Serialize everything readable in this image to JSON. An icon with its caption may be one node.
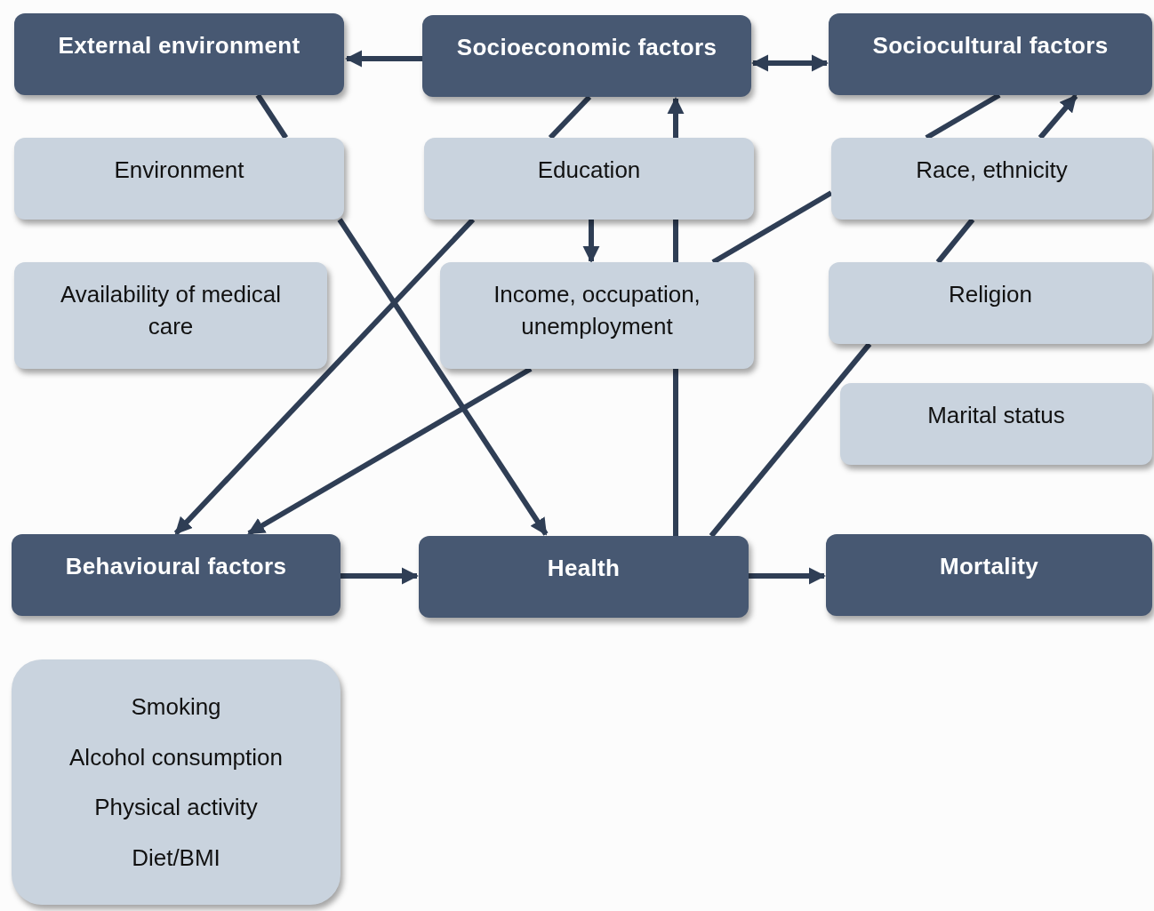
{
  "diagram": {
    "nodes": [
      {
        "text": [
          "External environment"
        ]
      },
      {
        "text": [
          "Socioeconomic factors"
        ]
      },
      {
        "text": [
          "Sociocultural factors"
        ]
      },
      {
        "text": [
          "Environment"
        ]
      },
      {
        "text": [
          "Education"
        ]
      },
      {
        "text": [
          "Race, ethnicity"
        ]
      },
      {
        "text": [
          "Availability of medical care"
        ]
      },
      {
        "text": [
          "Income, occupation, unemployment"
        ]
      },
      {
        "text": [
          "Religion"
        ]
      },
      {
        "text": [
          "Marital status"
        ]
      },
      {
        "text": [
          "Behavioural factors"
        ]
      },
      {
        "text": [
          "Health"
        ]
      },
      {
        "text": [
          "Mortality"
        ]
      },
      {
        "text": [
          "Smoking",
          "Alcohol consumption",
          "Physical activity",
          "Diet/BMI"
        ]
      }
    ],
    "edges": [
      {
        "from": 1,
        "to": 0,
        "arrow": "to"
      },
      {
        "from": 1,
        "to": 2,
        "arrow": "both"
      },
      {
        "from": 0,
        "to": 3,
        "arrow": "none"
      },
      {
        "from": 3,
        "to": 11,
        "arrow": "to"
      },
      {
        "from": 1,
        "to": 4,
        "arrow": "none"
      },
      {
        "from": 4,
        "to": 10,
        "arrow": "to"
      },
      {
        "from": 4,
        "to": 7,
        "arrow": "to"
      },
      {
        "from": 11,
        "to": 7,
        "arrow": "none"
      },
      {
        "from": 7,
        "to": 4,
        "arrow": "none"
      },
      {
        "from": 4,
        "to": 1,
        "arrow": "to"
      },
      {
        "from": 2,
        "to": 5,
        "arrow": "none"
      },
      {
        "from": 5,
        "to": 7,
        "arrow": "none"
      },
      {
        "from": 7,
        "to": 10,
        "arrow": "to"
      },
      {
        "from": 11,
        "to": 8,
        "arrow": "none"
      },
      {
        "from": 8,
        "to": 5,
        "arrow": "none"
      },
      {
        "from": 5,
        "to": 2,
        "arrow": "to"
      },
      {
        "from": 10,
        "to": 11,
        "arrow": "to"
      },
      {
        "from": 11,
        "to": 12,
        "arrow": "to"
      }
    ]
  }
}
